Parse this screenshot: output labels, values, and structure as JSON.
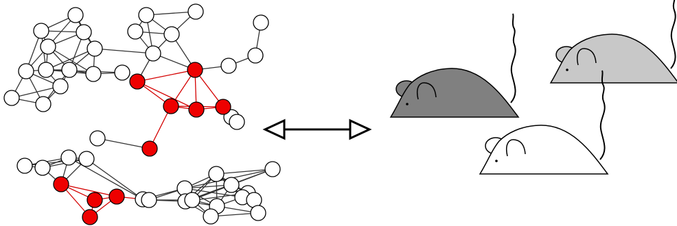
{
  "colors": {
    "node_default": "#ffffff",
    "node_highlight": "#ee0000",
    "edge_default": "#333333",
    "edge_highlight": "#d40000",
    "mouse_dark": "#808080",
    "mouse_light": "#c8c8c8",
    "mouse_white": "#ffffff",
    "outline": "#000000"
  },
  "icons": {
    "network": "network-graph-icon",
    "arrow": "double-headed-arrow-icon",
    "mouse": "mouse-icon"
  },
  "network": {
    "highlighted_nodes": 10,
    "communities": 2
  },
  "mice": [
    {
      "id": "dark-mouse",
      "color_key": "mouse_dark"
    },
    {
      "id": "light-mouse",
      "color_key": "mouse_light"
    },
    {
      "id": "white-mouse",
      "color_key": "mouse_white"
    }
  ]
}
